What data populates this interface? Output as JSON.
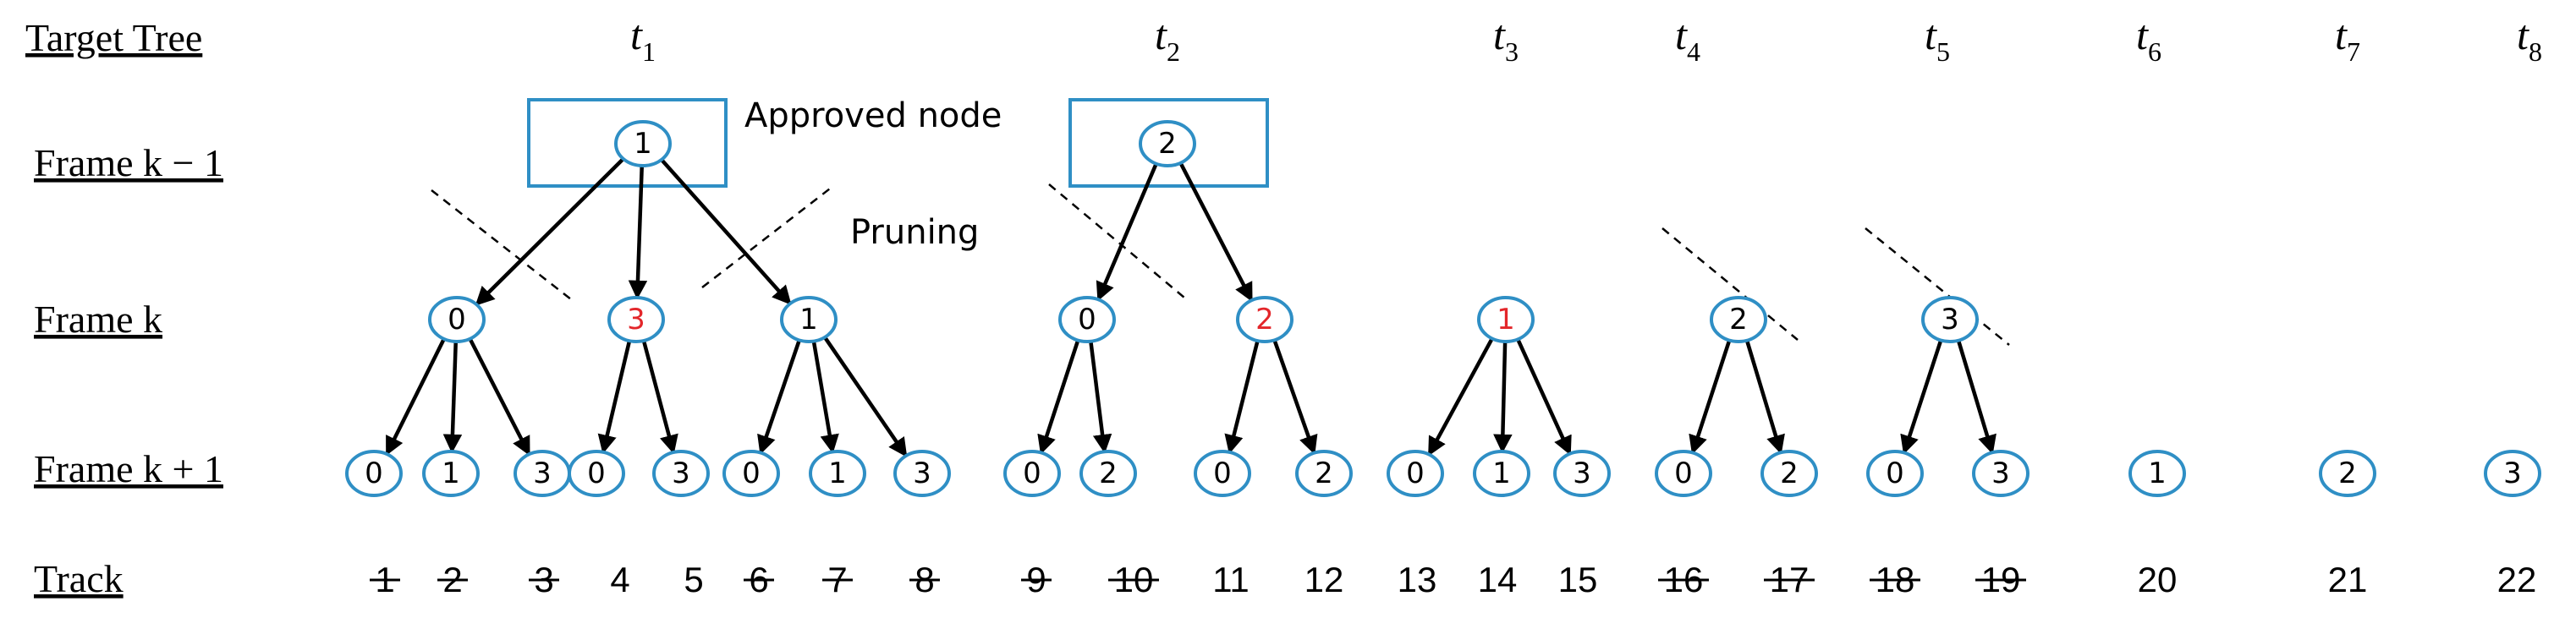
{
  "row_labels": {
    "target_tree": "Target Tree",
    "frame_prev": "Frame k − 1",
    "frame_cur": "Frame k",
    "frame_next": "Frame k + 1",
    "track": "Track"
  },
  "annotations": {
    "approved_node": "Approved node",
    "pruning": "Pruning"
  },
  "colors": {
    "node_stroke": "#2f8fc5",
    "highlight_text": "#e3262a",
    "default_text": "#000000"
  },
  "trees": [
    {
      "label": "t",
      "sub": "1",
      "root": "1",
      "approved": true,
      "children": [
        {
          "label": "0",
          "highlight": false,
          "pruned": true,
          "leaves": [
            "0",
            "1",
            "3"
          ]
        },
        {
          "label": "3",
          "highlight": true,
          "pruned": false,
          "leaves": [
            "0",
            "3"
          ]
        },
        {
          "label": "1",
          "highlight": false,
          "pruned": true,
          "leaves": [
            "0",
            "1",
            "3"
          ]
        }
      ]
    },
    {
      "label": "t",
      "sub": "2",
      "root": "2",
      "approved": true,
      "children": [
        {
          "label": "0",
          "highlight": false,
          "pruned": true,
          "leaves": [
            "0",
            "2"
          ]
        },
        {
          "label": "2",
          "highlight": true,
          "pruned": false,
          "leaves": [
            "0",
            "2"
          ]
        }
      ]
    },
    {
      "label": "t",
      "sub": "3",
      "root": null,
      "approved": false,
      "children": [
        {
          "label": "1",
          "highlight": true,
          "pruned": false,
          "leaves": [
            "0",
            "1",
            "3"
          ]
        }
      ]
    },
    {
      "label": "t",
      "sub": "4",
      "root": null,
      "approved": false,
      "children": [
        {
          "label": "2",
          "highlight": false,
          "pruned": true,
          "leaves": [
            "0",
            "2"
          ]
        }
      ]
    },
    {
      "label": "t",
      "sub": "5",
      "root": null,
      "approved": false,
      "children": [
        {
          "label": "3",
          "highlight": false,
          "pruned": true,
          "leaves": [
            "0",
            "3"
          ]
        }
      ]
    },
    {
      "label": "t",
      "sub": "6",
      "single_leaf": "1"
    },
    {
      "label": "t",
      "sub": "7",
      "single_leaf": "2"
    },
    {
      "label": "t",
      "sub": "8",
      "single_leaf": "3"
    }
  ],
  "tracks": [
    {
      "n": "1",
      "struck": true
    },
    {
      "n": "2",
      "struck": true
    },
    {
      "n": "3",
      "struck": true
    },
    {
      "n": "4",
      "struck": false
    },
    {
      "n": "5",
      "struck": false
    },
    {
      "n": "6",
      "struck": true
    },
    {
      "n": "7",
      "struck": true
    },
    {
      "n": "8",
      "struck": true
    },
    {
      "n": "9",
      "struck": true
    },
    {
      "n": "10",
      "struck": true
    },
    {
      "n": "11",
      "struck": false
    },
    {
      "n": "12",
      "struck": false
    },
    {
      "n": "13",
      "struck": false
    },
    {
      "n": "14",
      "struck": false
    },
    {
      "n": "15",
      "struck": false
    },
    {
      "n": "16",
      "struck": true
    },
    {
      "n": "17",
      "struck": true
    },
    {
      "n": "18",
      "struck": true
    },
    {
      "n": "19",
      "struck": true
    },
    {
      "n": "20",
      "struck": false
    },
    {
      "n": "21",
      "struck": false
    },
    {
      "n": "22",
      "struck": false
    }
  ]
}
